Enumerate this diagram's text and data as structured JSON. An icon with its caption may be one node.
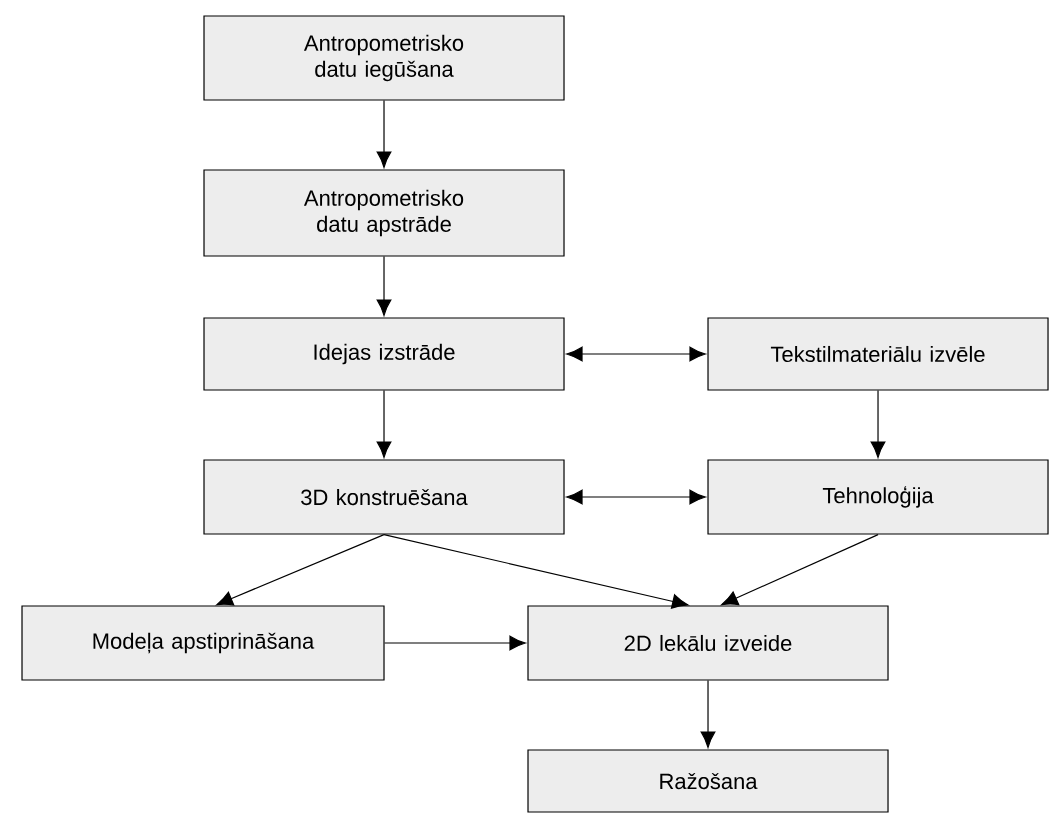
{
  "diagram": {
    "nodes": [
      {
        "text": [
          "Antropometrisko datu iegūšana"
        ]
      },
      {
        "text": [
          "Antropometrisko datu apstrāde"
        ]
      },
      {
        "text": [
          "Idejas izstrāde"
        ]
      },
      {
        "text": [
          "Tekstilmateriālu izvēle"
        ]
      },
      {
        "text": [
          "3D konstruēšana"
        ]
      },
      {
        "text": [
          "Tehnoloģija"
        ]
      },
      {
        "text": [
          "Modeļa apstiprināšana"
        ]
      },
      {
        "text": [
          "2D lekālu izveide"
        ]
      },
      {
        "text": [
          "Ražošana"
        ]
      }
    ],
    "edges": [
      {
        "from": 0,
        "to": 1,
        "arrow": "to"
      },
      {
        "from": 1,
        "to": 2,
        "arrow": "to"
      },
      {
        "from": 2,
        "to": 3,
        "arrow": "both"
      },
      {
        "from": 2,
        "to": 4,
        "arrow": "to"
      },
      {
        "from": 3,
        "to": 5,
        "arrow": "to"
      },
      {
        "from": 4,
        "to": 5,
        "arrow": "both"
      },
      {
        "from": 4,
        "to": 6,
        "arrow": "to"
      },
      {
        "from": 4,
        "to": 7,
        "arrow": "to"
      },
      {
        "from": 5,
        "to": 7,
        "arrow": "to"
      },
      {
        "from": 6,
        "to": 7,
        "arrow": "to"
      },
      {
        "from": 7,
        "to": 8,
        "arrow": "to"
      }
    ]
  }
}
